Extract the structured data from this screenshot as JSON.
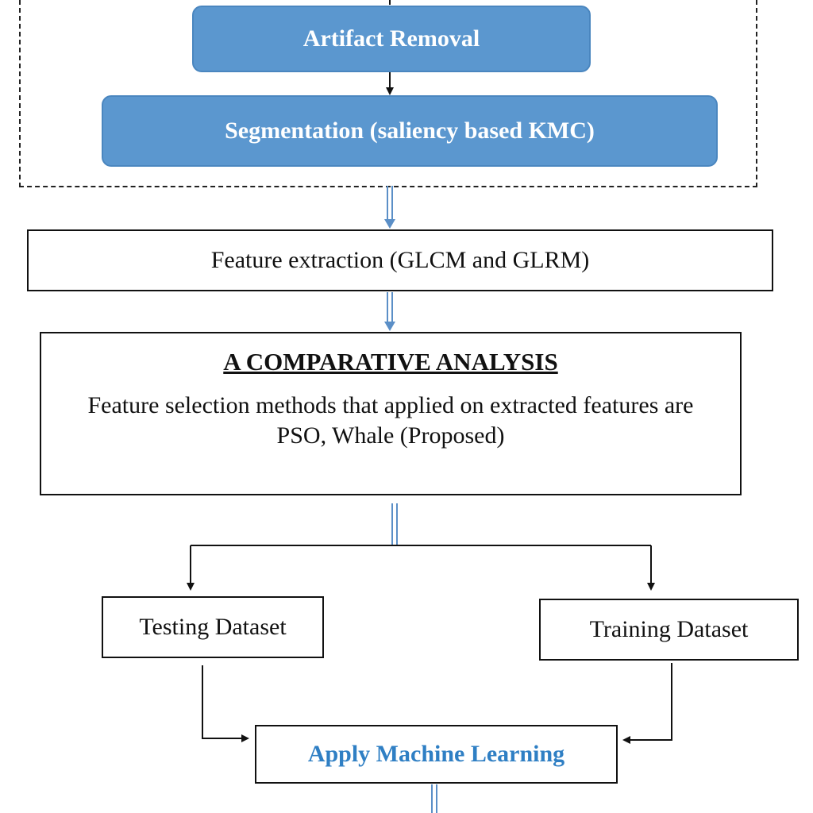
{
  "steps": {
    "artifact_removal": "Artifact Removal",
    "segmentation": "Segmentation (saliency based KMC)",
    "feature_extraction": "Feature extraction (GLCM and GLRM)",
    "analysis": {
      "title": "A COMPARATIVE  ANALYSIS",
      "body": "Feature selection methods that applied on extracted features are PSO, Whale (Proposed)"
    },
    "testing_dataset": "Testing Dataset",
    "training_dataset": "Training Dataset",
    "apply_ml": "Apply Machine Learning"
  },
  "colors": {
    "blue_box": "#5b97cf",
    "blue_arrow": "#5b8fc7",
    "ml_text": "#2f7fc4"
  }
}
